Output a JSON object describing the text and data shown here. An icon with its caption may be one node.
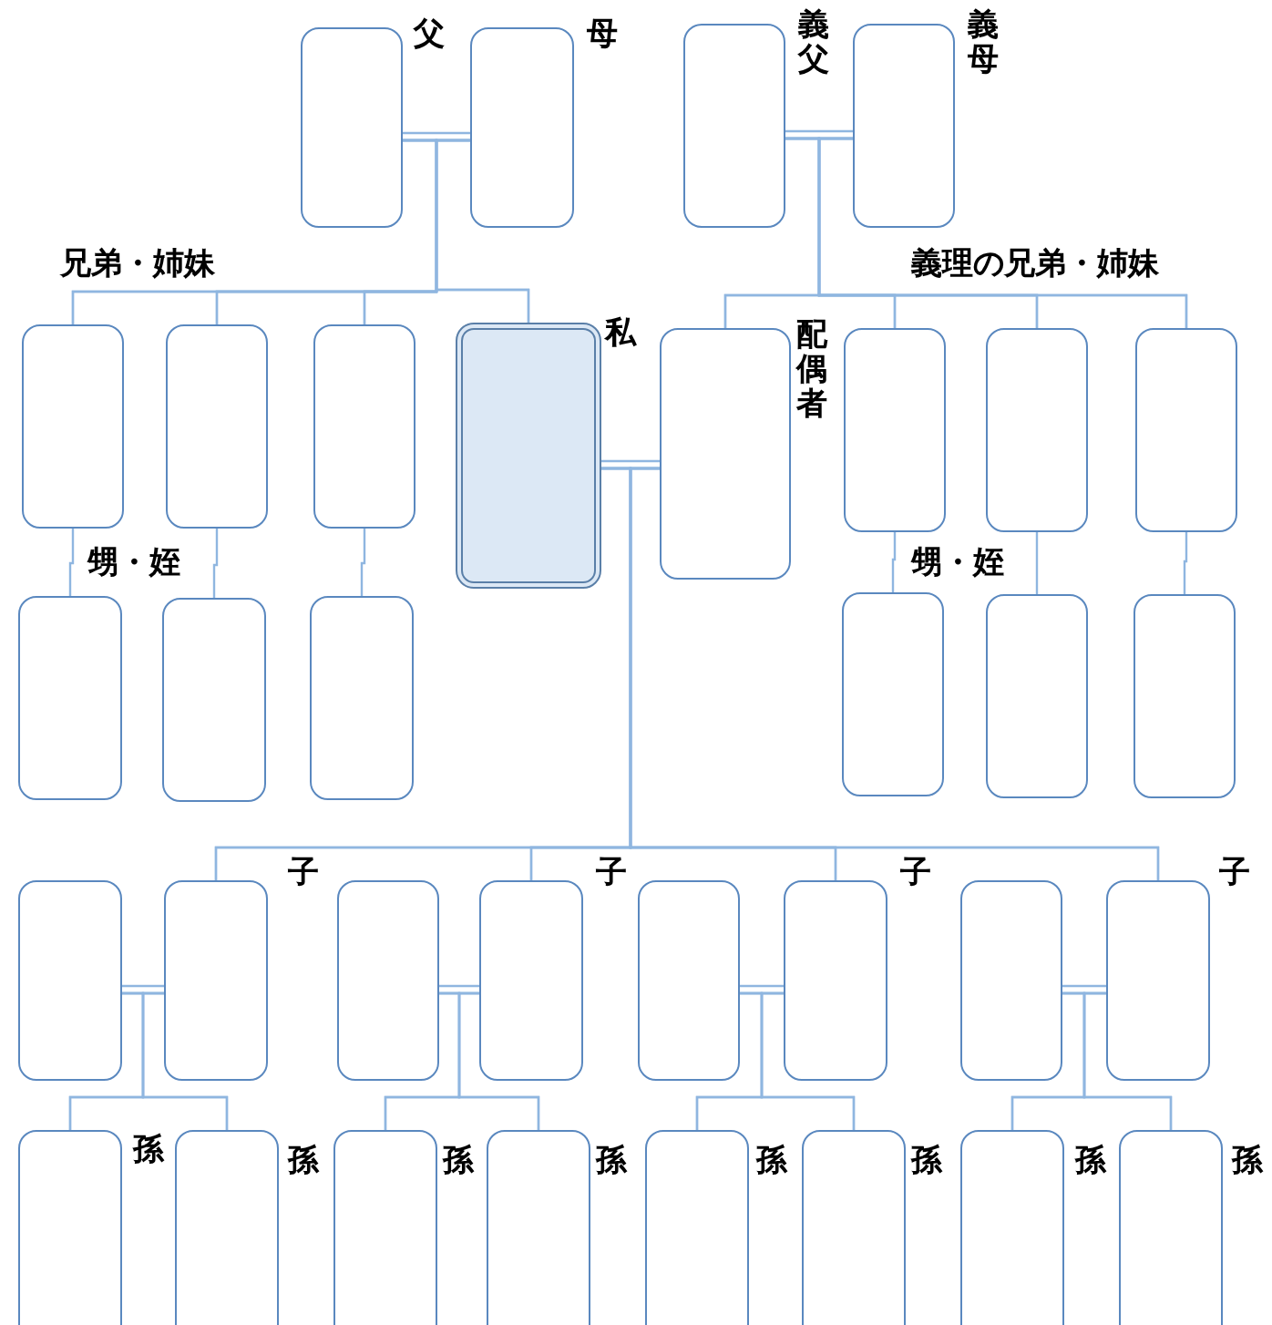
{
  "diagram": {
    "nodes": [
      {
        "text": [
          "父"
        ]
      },
      {
        "text": [
          "母"
        ]
      },
      {
        "text": [
          "義父"
        ]
      },
      {
        "text": [
          "義母"
        ]
      },
      {
        "text": [],
        "shape": "box"
      },
      {
        "text": [],
        "shape": "box"
      },
      {
        "text": [],
        "shape": "box"
      },
      {
        "text": [
          "私"
        ]
      },
      {
        "text": [
          "配偶者"
        ]
      },
      {
        "text": [],
        "shape": "box"
      },
      {
        "text": [],
        "shape": "box"
      },
      {
        "text": [],
        "shape": "box"
      },
      {
        "text": [],
        "shape": "box"
      },
      {
        "text": [],
        "shape": "box"
      },
      {
        "text": [],
        "shape": "box"
      },
      {
        "text": [],
        "shape": "box"
      },
      {
        "text": [],
        "shape": "box"
      },
      {
        "text": [],
        "shape": "box"
      },
      {
        "text": [],
        "shape": "box"
      },
      {
        "text": [
          "子"
        ]
      },
      {
        "text": [],
        "shape": "box"
      },
      {
        "text": [
          "子"
        ]
      },
      {
        "text": [],
        "shape": "box"
      },
      {
        "text": [
          "子"
        ]
      },
      {
        "text": [],
        "shape": "box"
      },
      {
        "text": [
          "子"
        ]
      },
      {
        "text": [
          "孫"
        ]
      },
      {
        "text": [
          "孫"
        ]
      },
      {
        "text": [
          "孫"
        ]
      },
      {
        "text": [
          "孫"
        ]
      },
      {
        "text": [
          "孫"
        ]
      },
      {
        "text": [
          "孫"
        ]
      },
      {
        "text": [
          "孫"
        ]
      },
      {
        "text": [
          "孫"
        ]
      }
    ],
    "edges": [
      {
        "from": 0,
        "to": 1,
        "arrow": "none"
      },
      {
        "from": 0,
        "to": 4,
        "arrow": "none"
      },
      {
        "from": 0,
        "to": 5,
        "arrow": "none"
      },
      {
        "from": 0,
        "to": 6,
        "arrow": "none"
      },
      {
        "from": 0,
        "to": 7,
        "arrow": "none"
      },
      {
        "from": 1,
        "to": 4,
        "arrow": "none"
      },
      {
        "from": 1,
        "to": 5,
        "arrow": "none"
      },
      {
        "from": 1,
        "to": 6,
        "arrow": "none"
      },
      {
        "from": 1,
        "to": 7,
        "arrow": "none"
      },
      {
        "from": 2,
        "to": 3,
        "arrow": "none"
      },
      {
        "from": 2,
        "to": 8,
        "arrow": "none"
      },
      {
        "from": 2,
        "to": 9,
        "arrow": "none"
      },
      {
        "from": 2,
        "to": 10,
        "arrow": "none"
      },
      {
        "from": 2,
        "to": 11,
        "arrow": "none"
      },
      {
        "from": 3,
        "to": 8,
        "arrow": "none"
      },
      {
        "from": 3,
        "to": 9,
        "arrow": "none"
      },
      {
        "from": 3,
        "to": 10,
        "arrow": "none"
      },
      {
        "from": 3,
        "to": 11,
        "arrow": "none"
      },
      {
        "from": 7,
        "to": 8,
        "arrow": "none"
      },
      {
        "from": 4,
        "to": 12,
        "arrow": "none"
      },
      {
        "from": 5,
        "to": 13,
        "arrow": "none"
      },
      {
        "from": 6,
        "to": 14,
        "arrow": "none"
      },
      {
        "from": 9,
        "to": 15,
        "arrow": "none"
      },
      {
        "from": 10,
        "to": 16,
        "arrow": "none"
      },
      {
        "from": 11,
        "to": 17,
        "arrow": "none"
      },
      {
        "from": 7,
        "to": 19,
        "arrow": "none"
      },
      {
        "from": 7,
        "to": 21,
        "arrow": "none"
      },
      {
        "from": 7,
        "to": 23,
        "arrow": "none"
      },
      {
        "from": 7,
        "to": 25,
        "arrow": "none"
      },
      {
        "from": 8,
        "to": 19,
        "arrow": "none"
      },
      {
        "from": 8,
        "to": 21,
        "arrow": "none"
      },
      {
        "from": 8,
        "to": 23,
        "arrow": "none"
      },
      {
        "from": 8,
        "to": 25,
        "arrow": "none"
      },
      {
        "from": 18,
        "to": 19,
        "arrow": "none"
      },
      {
        "from": 20,
        "to": 21,
        "arrow": "none"
      },
      {
        "from": 22,
        "to": 23,
        "arrow": "none"
      },
      {
        "from": 24,
        "to": 25,
        "arrow": "none"
      },
      {
        "from": 18,
        "to": 26,
        "arrow": "none"
      },
      {
        "from": 18,
        "to": 27,
        "arrow": "none"
      },
      {
        "from": 19,
        "to": 26,
        "arrow": "none"
      },
      {
        "from": 19,
        "to": 27,
        "arrow": "none"
      },
      {
        "from": 20,
        "to": 28,
        "arrow": "none"
      },
      {
        "from": 20,
        "to": 29,
        "arrow": "none"
      },
      {
        "from": 21,
        "to": 28,
        "arrow": "none"
      },
      {
        "from": 21,
        "to": 29,
        "arrow": "none"
      },
      {
        "from": 22,
        "to": 30,
        "arrow": "none"
      },
      {
        "from": 22,
        "to": 31,
        "arrow": "none"
      },
      {
        "from": 23,
        "to": 30,
        "arrow": "none"
      },
      {
        "from": 23,
        "to": 31,
        "arrow": "none"
      },
      {
        "from": 24,
        "to": 32,
        "arrow": "none"
      },
      {
        "from": 24,
        "to": 33,
        "arrow": "none"
      },
      {
        "from": 25,
        "to": 32,
        "arrow": "none"
      },
      {
        "from": 25,
        "to": 33,
        "arrow": "none"
      }
    ],
    "labels": [
      "兄弟・姉妹",
      "義理の兄弟・姉妹",
      "甥・姪",
      "甥・姪"
    ]
  }
}
